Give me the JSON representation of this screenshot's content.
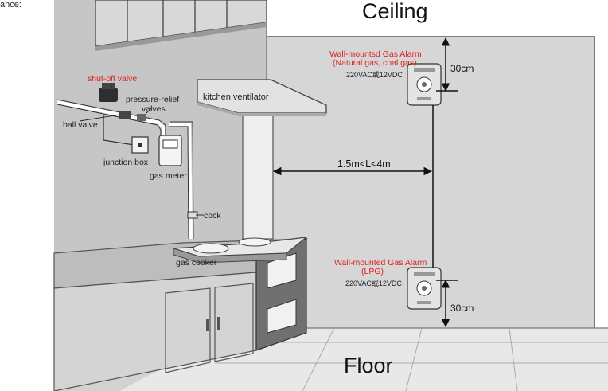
{
  "labels": {
    "ceiling": "Ceiling",
    "floor": "Floor",
    "top_cut_text": "ance:",
    "shut_off_valve": "shut-off valve",
    "pressure_relief_valves_1": "pressure-relief",
    "pressure_relief_valves_2": "valves",
    "ball_valve": "ball valve",
    "junction_box": "junction box",
    "gas_meter": "gas meter",
    "cock": "cock",
    "gas_cooker": "gas cooker",
    "kitchen_ventilator": "kitchen ventilator",
    "distance": "1.5m<L<4m",
    "alarm_top_title": "Wall-mountsd Gas Alarm",
    "alarm_top_gas": "(Natural gas, coal gas)",
    "alarm_top_power": "220VAC或12VDC",
    "alarm_top_dim": "30cm",
    "alarm_bottom_title": "Wall-mounted Gas Alarm",
    "alarm_bottom_gas": "(LPG)",
    "alarm_bottom_power": "220VAC或12VDC",
    "alarm_bottom_dim": "30cm"
  },
  "colors": {
    "wall": "#d2d2d2",
    "left_wall": "#c8c8c8",
    "floor": "#e6e6e6",
    "accent_red": "#e02020",
    "ink": "#222222"
  }
}
